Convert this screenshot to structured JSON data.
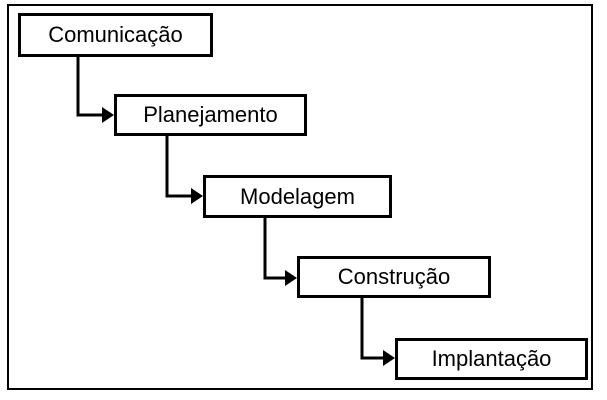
{
  "stages": [
    {
      "label": "Comunicação"
    },
    {
      "label": "Planejamento"
    },
    {
      "label": "Modelagem"
    },
    {
      "label": "Construção"
    },
    {
      "label": "Implantação"
    }
  ],
  "colors": {
    "stroke": "#000000",
    "background": "#ffffff"
  }
}
